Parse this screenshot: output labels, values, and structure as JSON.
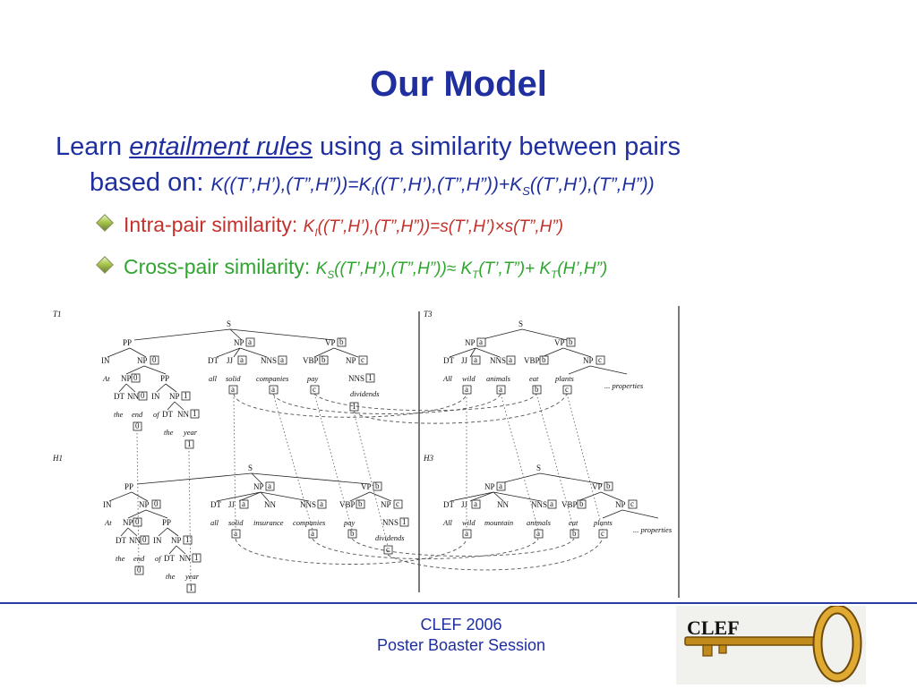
{
  "slide": {
    "title": "Our Model",
    "bullet_main": {
      "prefix": "Learn ",
      "keyword": "entailment rules",
      "suffix": " using a similarity between pairs",
      "line2_prefix": "based on: ",
      "formula_a": "K((T’,H’),(T”,H”))=K",
      "formula_a_sub": "I",
      "formula_b": "((T’,H’),(T”,H”))+K",
      "formula_b_sub": "S",
      "formula_c": "((T’,H’),(T”,H”))"
    },
    "bullet_intra": {
      "label": "Intra-pair similarity: ",
      "formula_a": "K",
      "formula_a_sub": "I",
      "formula_b": "((T’,H’),(T”,H”))=s(T’,H’)×s(T”,H”)"
    },
    "bullet_cross": {
      "label": "Cross-pair similarity: ",
      "formula_a": "K",
      "formula_a_sub": "S",
      "formula_b": "((T’,H’),(T”,H”))≈ K",
      "formula_b_sub": "T",
      "formula_c": "(T’,T”)+ K",
      "formula_c_sub": "T",
      "formula_d": "(H’,H”)"
    },
    "trees": {
      "labels": [
        "T1",
        "T3",
        "H1",
        "H3"
      ],
      "t1": {
        "root": "S",
        "nodes": [
          "PP",
          "NP",
          "VP",
          "IN",
          "NP",
          "DT",
          "JJ",
          "NNS",
          "VBP",
          "NP",
          "At",
          "NP",
          "PP",
          "NNS",
          "DT",
          "NN",
          "IN",
          "NP",
          "DT",
          "NN"
        ],
        "words": [
          "all",
          "solid",
          "companies",
          "pay",
          "dividends",
          "the",
          "end",
          "of",
          "the",
          "year"
        ],
        "boxes": [
          "a",
          "b",
          "0",
          "a",
          "a",
          "b",
          "c",
          "0",
          "1",
          "a",
          "a",
          "c",
          "0",
          "1",
          "1"
        ]
      },
      "t3": {
        "root": "S",
        "nodes": [
          "NP",
          "VP",
          "DT",
          "JJ",
          "NNS",
          "VBP",
          "NP"
        ],
        "words": [
          "All",
          "wild",
          "animals",
          "eat",
          "plants",
          "... properties"
        ],
        "boxes": [
          "a",
          "b",
          "a",
          "a",
          "b",
          "c",
          "a",
          "a",
          "b",
          "c"
        ]
      },
      "h1": {
        "root": "S",
        "nodes": [
          "PP",
          "NP",
          "VP",
          "IN",
          "NP",
          "DT",
          "JJ",
          "NN",
          "NNS",
          "VBP",
          "NP",
          "At",
          "NP",
          "PP",
          "NNS",
          "DT",
          "NN",
          "IN",
          "NP",
          "DT",
          "NN"
        ],
        "words": [
          "all",
          "solid",
          "insurance",
          "companies",
          "pay",
          "dividends",
          "the",
          "end",
          "of",
          "the",
          "year"
        ],
        "boxes": [
          "a",
          "b",
          "0",
          "a",
          "a",
          "b",
          "c",
          "0",
          "1",
          "a",
          "a",
          "b",
          "c",
          "0",
          "1",
          "1"
        ]
      },
      "h3": {
        "root": "S",
        "nodes": [
          "NP",
          "VP",
          "DT",
          "JJ",
          "NN",
          "NNS",
          "VBP",
          "NP"
        ],
        "words": [
          "All",
          "wild",
          "mountain",
          "animals",
          "eat",
          "plants",
          "... properties"
        ],
        "boxes": [
          "a",
          "b",
          "a",
          "a",
          "b",
          "c",
          "a",
          "a",
          "b",
          "c"
        ]
      }
    },
    "footer": {
      "line1": "CLEF 2006",
      "line2": "Poster Boaster Session"
    },
    "logo": {
      "text": "CLEF"
    },
    "colors": {
      "title_blue": "#1f2f9f",
      "intra_red": "#c4302a",
      "cross_green": "#2fa52f"
    }
  }
}
